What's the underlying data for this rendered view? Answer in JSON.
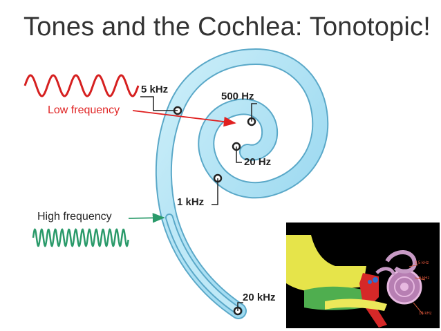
{
  "slide": {
    "title": "Tones and the Cochlea: Tonotopic!"
  },
  "labels": {
    "low_frequency": "Low frequency",
    "high_frequency": "High frequency"
  },
  "cochlea_marks": {
    "f5k": "5 kHz",
    "f500": "500 Hz",
    "f20": "20 Hz",
    "f1k": "1 kHz",
    "f20k": "20 kHz"
  },
  "inset": {
    "mark_a": "0.5 kHz",
    "mark_b": "6 kHz",
    "mark_c": "16 kHz"
  },
  "colors": {
    "low_wave": "#d62020",
    "high_wave": "#2a9a6a",
    "low_label": "#e02424",
    "high_label": "#222222",
    "cochlea_fill": "#a6dff2",
    "cochlea_edge": "#5aa8c8",
    "arrow_red": "#e02020",
    "arrow_green": "#2a9a6a",
    "inset_bg": "#000000"
  }
}
